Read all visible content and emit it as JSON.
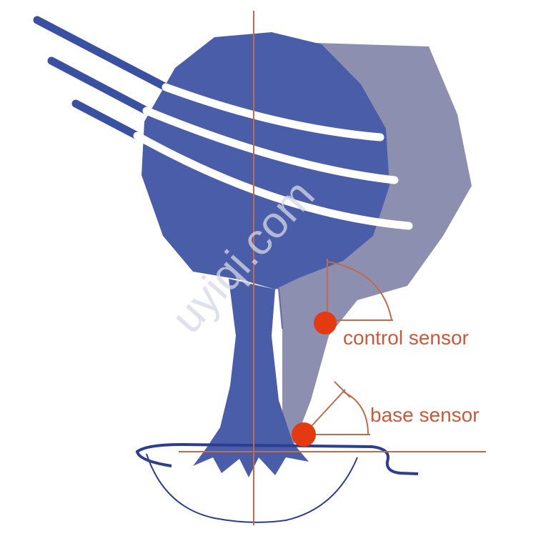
{
  "labels": {
    "control_sensor": "control sensor",
    "base_sensor": "base sensor"
  },
  "watermark": "uyiqi.com",
  "colors": {
    "tree_dark": "#4a5da8",
    "tree_light": "#8d8fb0",
    "axis": "#c06b4a",
    "sensor": "#e33a12",
    "label": "#c85a3c",
    "root_outline": "#2c3e8f",
    "stroke": "#ffffff",
    "watermark": "#d5d7e6"
  }
}
